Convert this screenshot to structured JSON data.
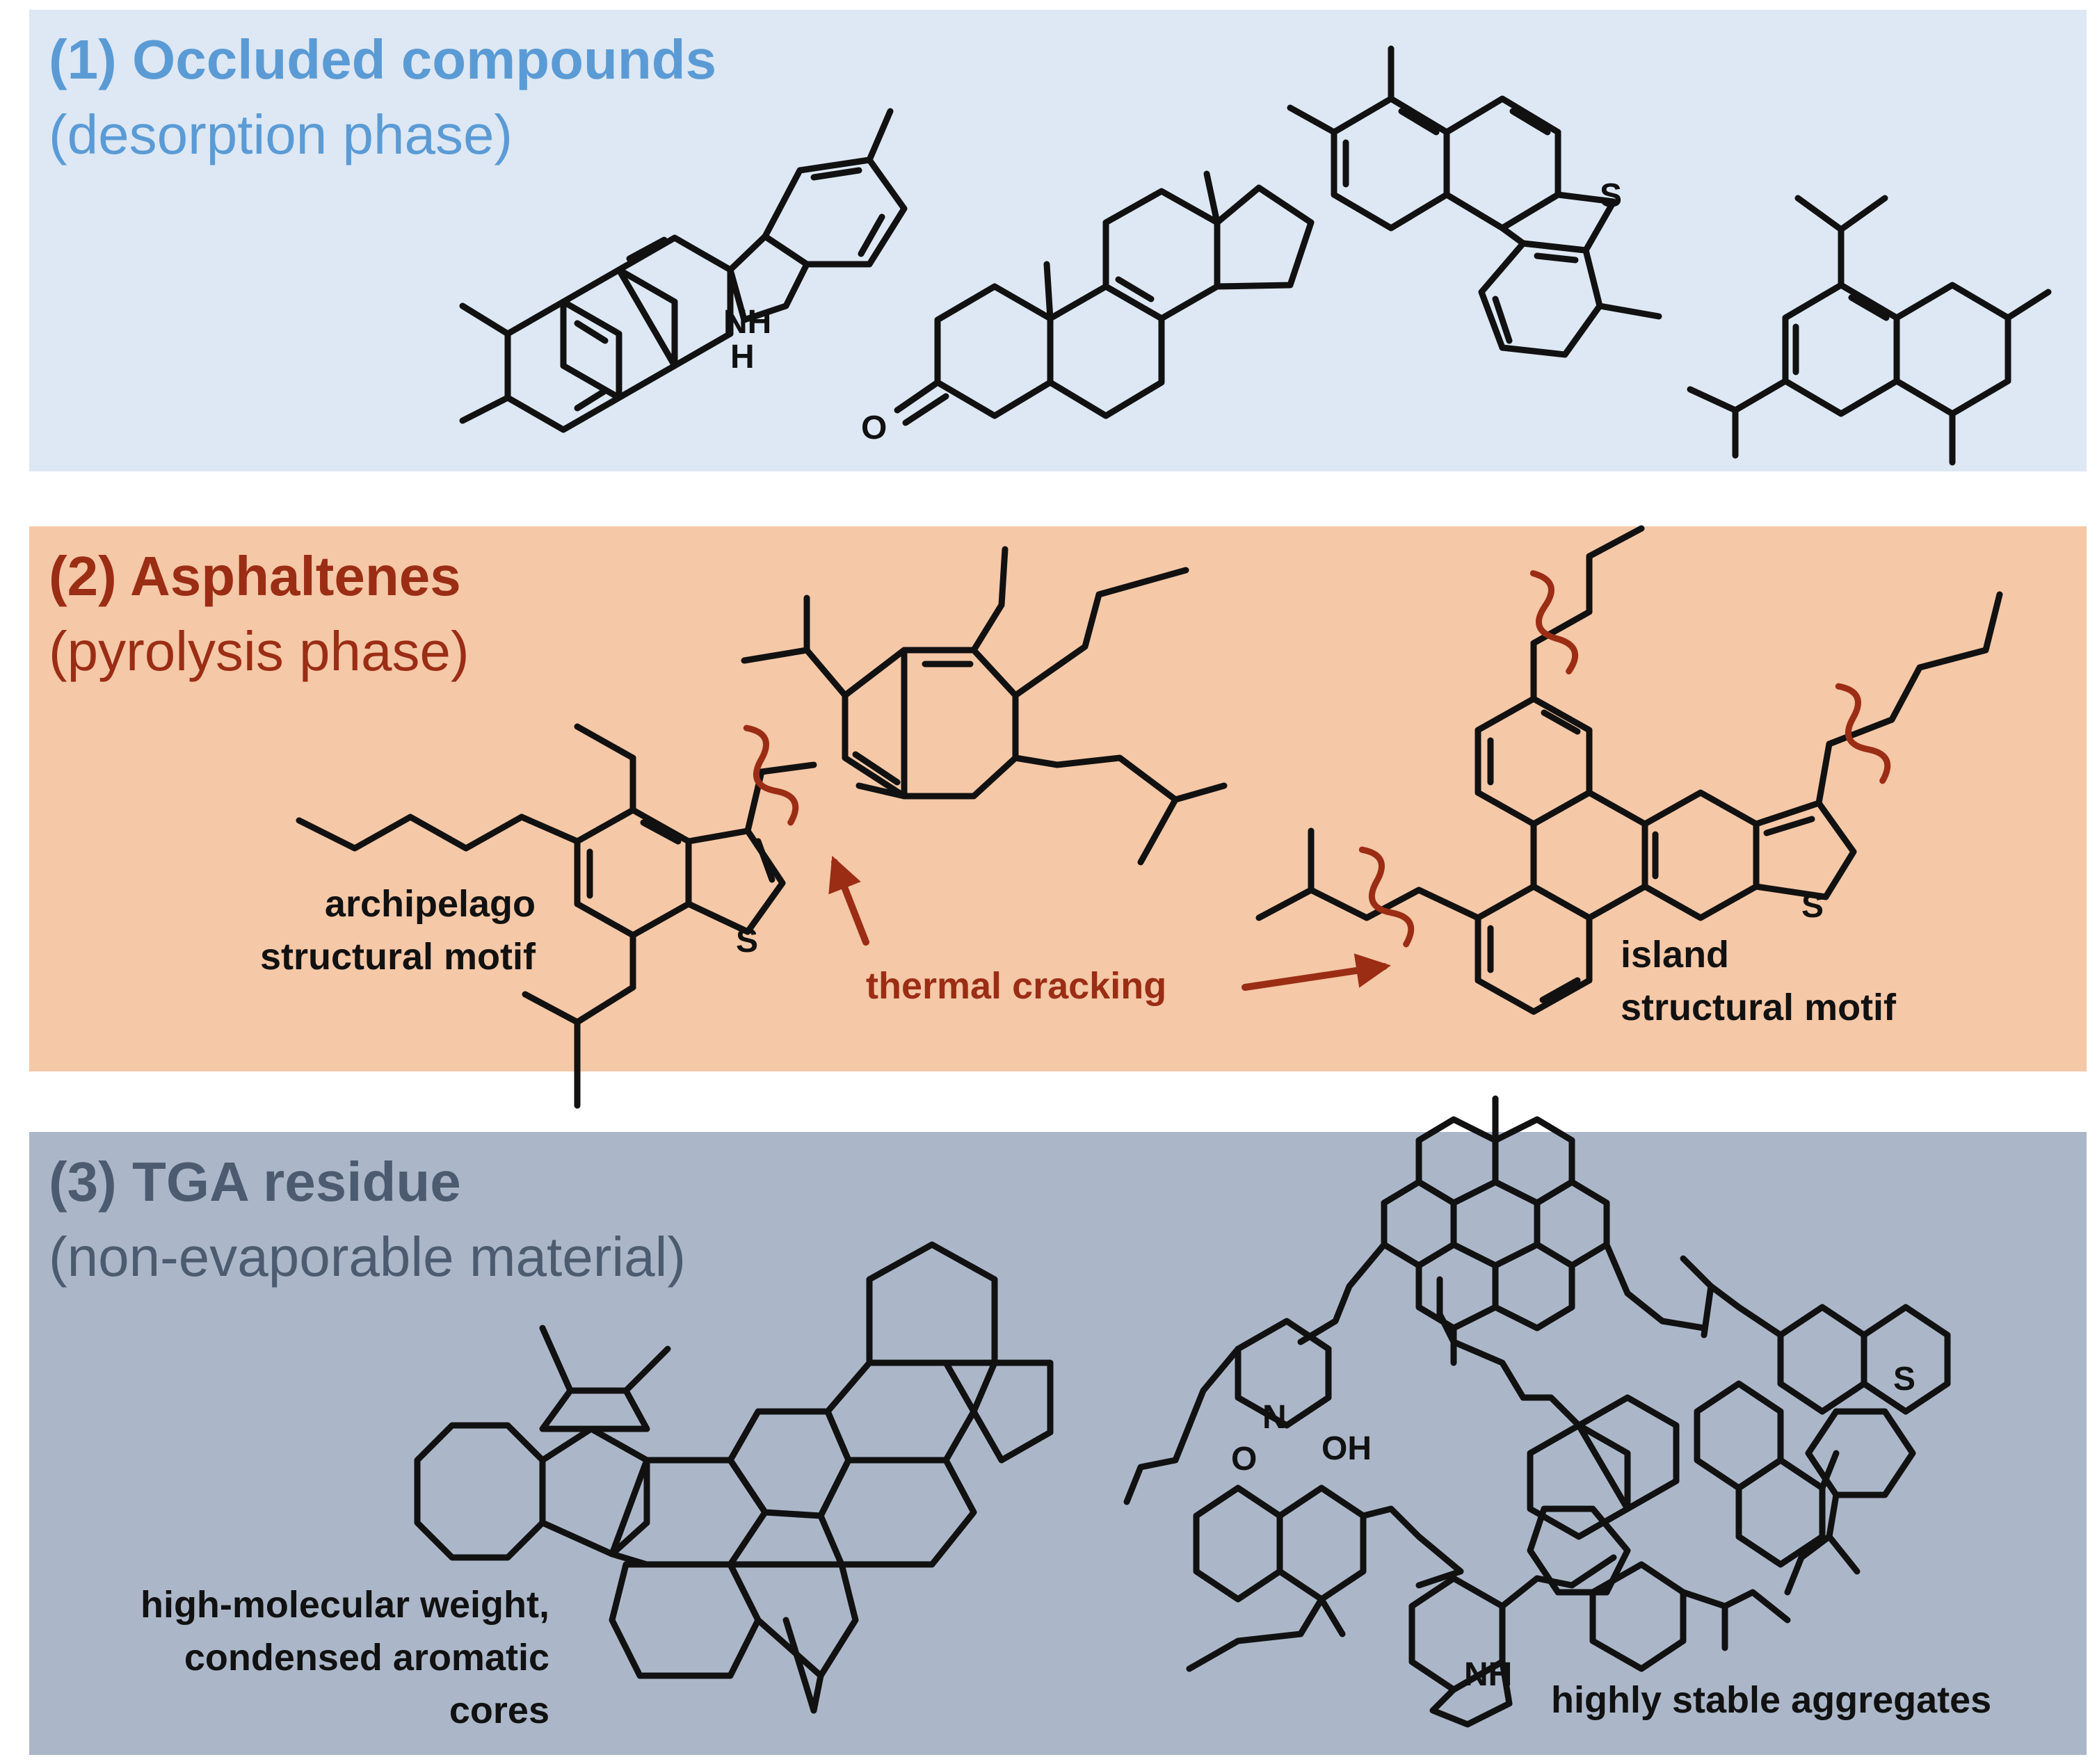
{
  "panels": [
    {
      "title": "(1) Occluded compounds",
      "subtitle": "(desorption phase)",
      "color": "#dde8f4",
      "text_color": "#5b9bd5"
    },
    {
      "title": "(2) Asphaltenes",
      "subtitle": "(pyrolysis phase)",
      "color": "#f5c8a7",
      "text_color": "#9b2d15"
    },
    {
      "title": "(3) TGA residue",
      "subtitle": "(non-evaporable material)",
      "color": "#abb7c9",
      "text_color": "#4d5b70"
    }
  ],
  "captions": {
    "archipelago": [
      "archipelago",
      "structural motif"
    ],
    "island": [
      "island",
      "structural motif"
    ],
    "thermal_cracking": "thermal cracking",
    "residue_left": [
      "high-molecular weight,",
      "condensed aromatic",
      "cores"
    ],
    "residue_right": "highly stable aggregates"
  },
  "atoms": {
    "nh": "NH",
    "n": "N",
    "h": "H",
    "s": "S",
    "o": "O",
    "oh": "OH"
  },
  "colors": {
    "bond": "#111111",
    "accent": "#9b2d15"
  }
}
